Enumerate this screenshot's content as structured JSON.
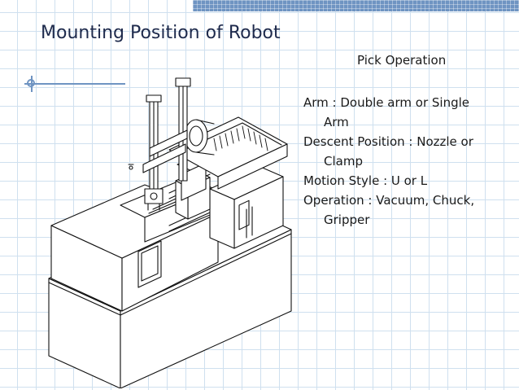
{
  "slide": {
    "title": "Mounting Position of Robot",
    "subheading": "Pick Operation",
    "bullets": [
      "Arm : Double arm or Single Arm",
      "Descent Position : Nozzle or Clamp",
      "Motion Style : U or L",
      "Operation : Vacuum, Chuck, Gripper"
    ]
  },
  "colors": {
    "title": "#1e2a4c",
    "accent": "#6f94c2",
    "grid": "#cfe0ef"
  },
  "figure": {
    "icon": "injection-molding-machine-with-robot-line-drawing"
  }
}
